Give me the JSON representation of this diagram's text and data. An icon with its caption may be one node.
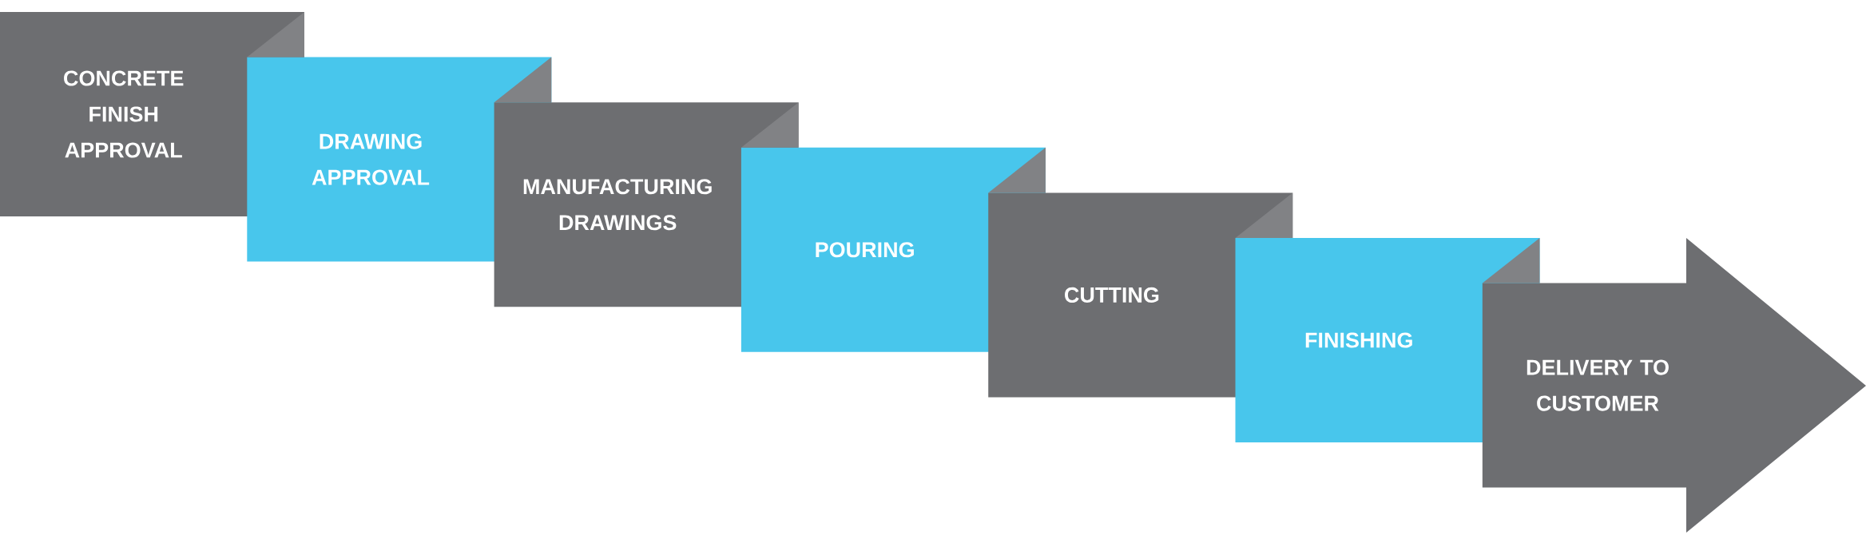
{
  "diagram": {
    "nodes": [
      {
        "text": [
          "CONCRETE FINISH APPROVAL"
        ]
      },
      {
        "text": [
          "DRAWING APPROVAL"
        ]
      },
      {
        "text": [
          "MANUFACTURING DRAWINGS"
        ]
      },
      {
        "text": [
          "POURING"
        ]
      },
      {
        "text": [
          "CUTTING"
        ]
      },
      {
        "text": [
          "FINISHING"
        ]
      },
      {
        "text": [
          "DELIVERY TO CUSTOMER"
        ]
      }
    ]
  }
}
